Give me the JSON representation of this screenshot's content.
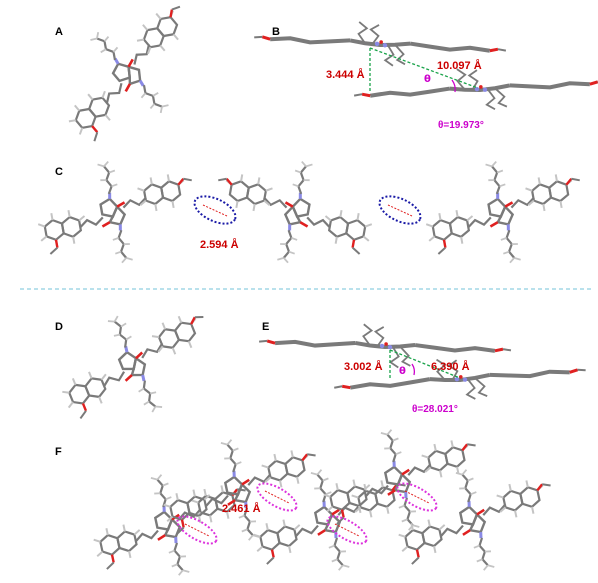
{
  "panels": {
    "A": {
      "label": "A"
    },
    "B": {
      "label": "B",
      "distance_vertical": "3.444 Å",
      "distance_centroid": "10.097 Å",
      "theta_symbol": "θ",
      "angle_text": "θ=19.973°"
    },
    "C": {
      "label": "C",
      "hbond": "2.594 Å"
    },
    "D": {
      "label": "D"
    },
    "E": {
      "label": "E",
      "distance_vertical": "3.002 Å",
      "distance_centroid": "6.390 Å",
      "theta_symbol": "θ",
      "angle_text": "θ=28.021°"
    },
    "F": {
      "label": "F",
      "hbond": "2.461 Å"
    }
  },
  "colors": {
    "bond": "#7a7a7a",
    "hydrogen": "#c4c4c4",
    "oxygen": "#e02020",
    "nitrogen": "#8a8ae6",
    "measure_red": "#cc0000",
    "measure_magenta": "#cc00cc",
    "measure_green": "#1aa34a",
    "hbond_ellipse_blue": "#1a1aa6",
    "hbond_ellipse_magenta": "#dd33dd",
    "divider": "#8fcfe0"
  }
}
